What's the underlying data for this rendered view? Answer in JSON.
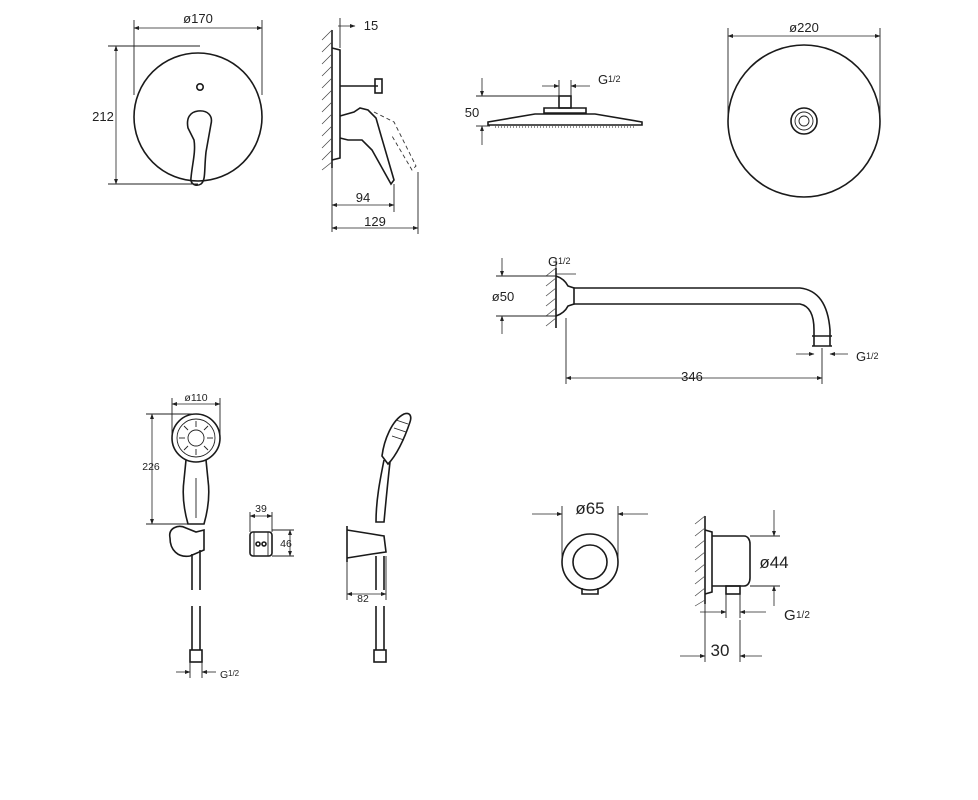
{
  "drawing": {
    "mixer": {
      "diameter": "ø170",
      "height": "212",
      "depth_wall": "15",
      "depth_lever": "94",
      "depth_total": "129"
    },
    "head_shower": {
      "height": "50",
      "thread": "G½",
      "thread_g": "G",
      "thread_frac": "1/2",
      "diameter": "ø220"
    },
    "arm": {
      "thread_top_g": "G",
      "thread_top_frac": "1/2",
      "flange_diameter": "ø50",
      "length": "346",
      "thread_end_g": "G",
      "thread_end_frac": "1/2"
    },
    "hand_shower": {
      "diameter": "ø110",
      "height": "226",
      "thread": "G½",
      "thread_g": "G",
      "thread_frac": "1/2",
      "holder_width": "39",
      "holder_height": "46",
      "holder_depth": "82"
    },
    "outlet": {
      "diameter": "ø65",
      "flange_diameter": "ø44",
      "thread_g": "G",
      "thread_frac": "1/2",
      "depth": "30"
    }
  }
}
